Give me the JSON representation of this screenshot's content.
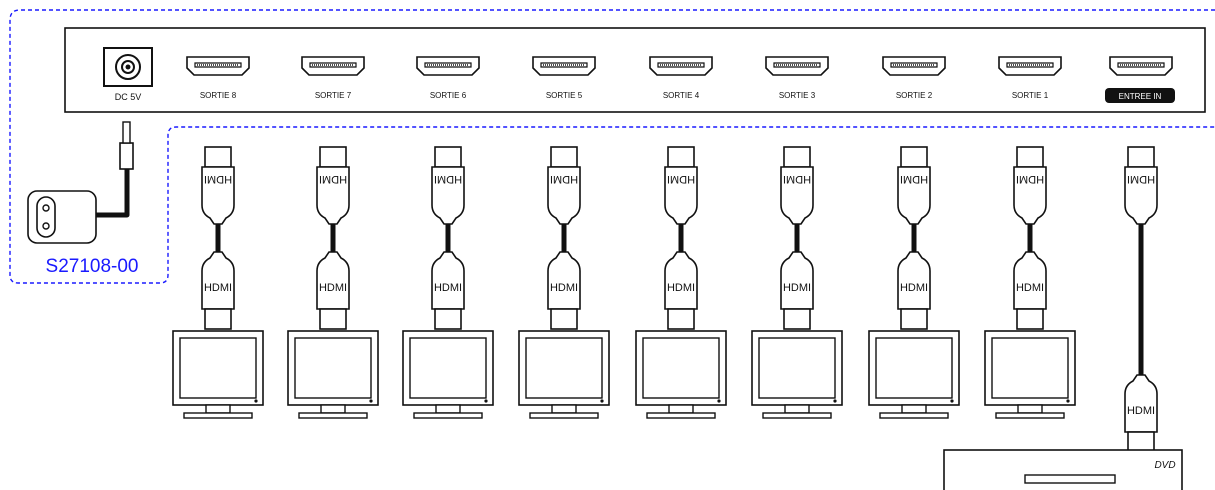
{
  "splitter": {
    "power_label": "DC 5V",
    "outputs": [
      {
        "label": "SORTIE 8"
      },
      {
        "label": "SORTIE 7"
      },
      {
        "label": "SORTIE 6"
      },
      {
        "label": "SORTIE 5"
      },
      {
        "label": "SORTIE 4"
      },
      {
        "label": "SORTIE 3"
      },
      {
        "label": "SORTIE 2"
      },
      {
        "label": "SORTIE 1"
      }
    ],
    "input_label": "ENTREE IN"
  },
  "cable_label": "HDMI",
  "power_adapter": {
    "model": "S27108-00"
  },
  "source": {
    "label": "DVD"
  },
  "colors": {
    "accent": "#1a1aff",
    "line": "#111111"
  }
}
